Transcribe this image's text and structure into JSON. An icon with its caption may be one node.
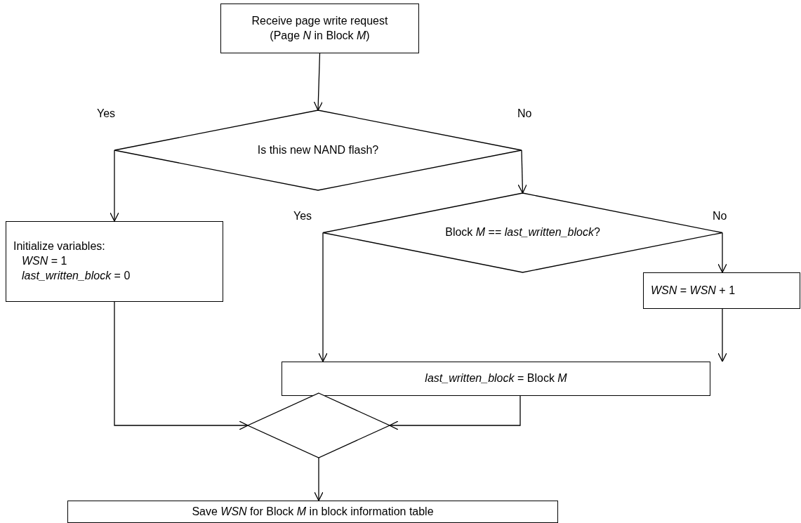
{
  "diagram": {
    "nodes": [
      {
        "text": [
          "Receive page write request",
          "(Page *N* in Block *M*)"
        ]
      },
      {
        "text": [
          "Is this new NAND flash?"
        ]
      },
      {
        "text": [
          "Initialize variables:",
          "*WSN* = 1",
          "*last_written_block* = 0"
        ]
      },
      {
        "text": [
          "Block *M* == *last_written_block*?"
        ]
      },
      {
        "text": [
          "*WSN* = *WSN* + 1"
        ]
      },
      {
        "text": [
          "*last_written_block* = Block *M*"
        ]
      },
      {
        "text": [],
        "shape": "diamond"
      },
      {
        "text": [
          "Save *WSN* for Block *M* in block information table"
        ]
      }
    ],
    "edges": [
      {
        "from": 0,
        "to": 1,
        "arrow": "to"
      },
      {
        "from": 1,
        "to": 2,
        "arrow": "to",
        "label": "Yes"
      },
      {
        "from": 1,
        "to": 3,
        "arrow": "to",
        "label": "No"
      },
      {
        "from": 3,
        "to": 5,
        "arrow": "to",
        "label": "Yes"
      },
      {
        "from": 3,
        "to": 4,
        "arrow": "to",
        "label": "No"
      },
      {
        "from": 4,
        "to": 5,
        "arrow": "to"
      },
      {
        "from": 2,
        "to": 6,
        "arrow": "to"
      },
      {
        "from": 5,
        "to": 6,
        "arrow": "to"
      },
      {
        "from": 6,
        "to": 7,
        "arrow": "to"
      }
    ]
  }
}
